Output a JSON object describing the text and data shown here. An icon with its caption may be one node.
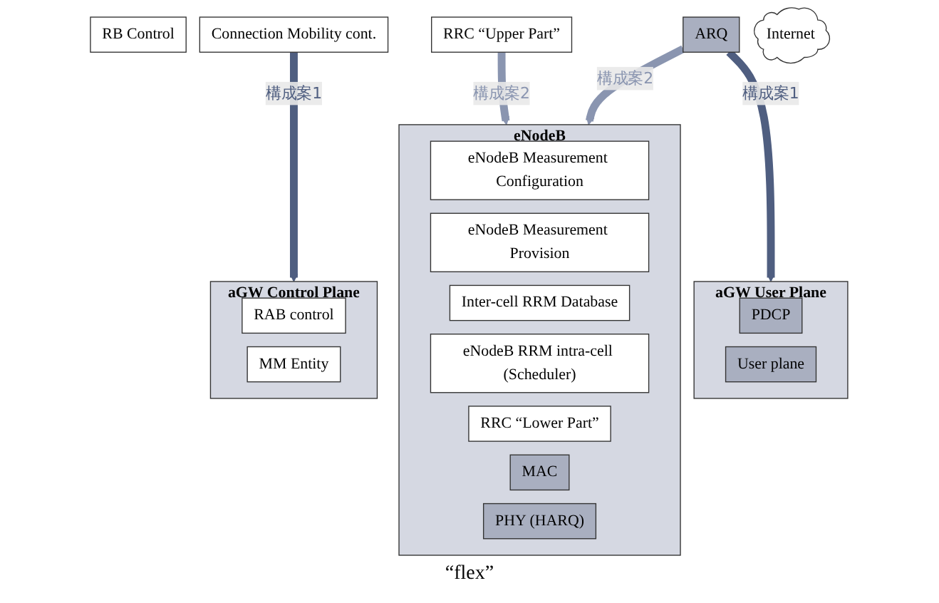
{
  "diagram": {
    "nodes": [
      {
        "text": [
          "eNodeB"
        ]
      },
      {
        "text": [
          "eNodeB Measurement Configuration"
        ],
        "in": 0
      },
      {
        "text": [
          "eNodeB Measurement Provision"
        ],
        "in": 0
      },
      {
        "text": [
          "Inter-cell RRM Database"
        ],
        "in": 0
      },
      {
        "text": [
          "eNodeB RRM intra-cell (Scheduler)"
        ],
        "in": 0
      },
      {
        "text": [
          "RRC “Lower Part”"
        ],
        "in": 0
      },
      {
        "text": [
          "MAC"
        ],
        "in": 0
      },
      {
        "text": [
          "PHY (HARQ)"
        ],
        "in": 0
      },
      {
        "text": [
          "RB Control"
        ]
      },
      {
        "text": [
          "Connection Mobility cont."
        ]
      },
      {
        "text": [
          "RRC “Upper Part”"
        ]
      },
      {
        "text": [
          "aGW Control Plane"
        ]
      },
      {
        "text": [
          "RAB control"
        ],
        "in": 11
      },
      {
        "text": [
          "MM Entity"
        ],
        "in": 11
      },
      {
        "text": [
          "aGW User Plane"
        ]
      },
      {
        "text": [
          "PDCP"
        ],
        "in": 14
      },
      {
        "text": [
          "User plane"
        ],
        "in": 14
      },
      {
        "text": [
          "ARQ"
        ]
      },
      {
        "text": [
          "Internet"
        ]
      }
    ],
    "edges": [
      {
        "from": 10,
        "to": 0,
        "arrow": "to",
        "label": "構成案2",
        "color": "#8a95b0"
      },
      {
        "from": 9,
        "to": 11,
        "arrow": "to",
        "label": "構成案1",
        "color": "#4f5e80"
      },
      {
        "from": 17,
        "to": 0,
        "arrow": "to",
        "label": "構成案2",
        "color": "#8a95b0"
      },
      {
        "from": 17,
        "to": 14,
        "arrow": "to",
        "label": "構成案1",
        "color": "#4f5e80"
      }
    ],
    "labels": [
      "“flex”"
    ]
  }
}
